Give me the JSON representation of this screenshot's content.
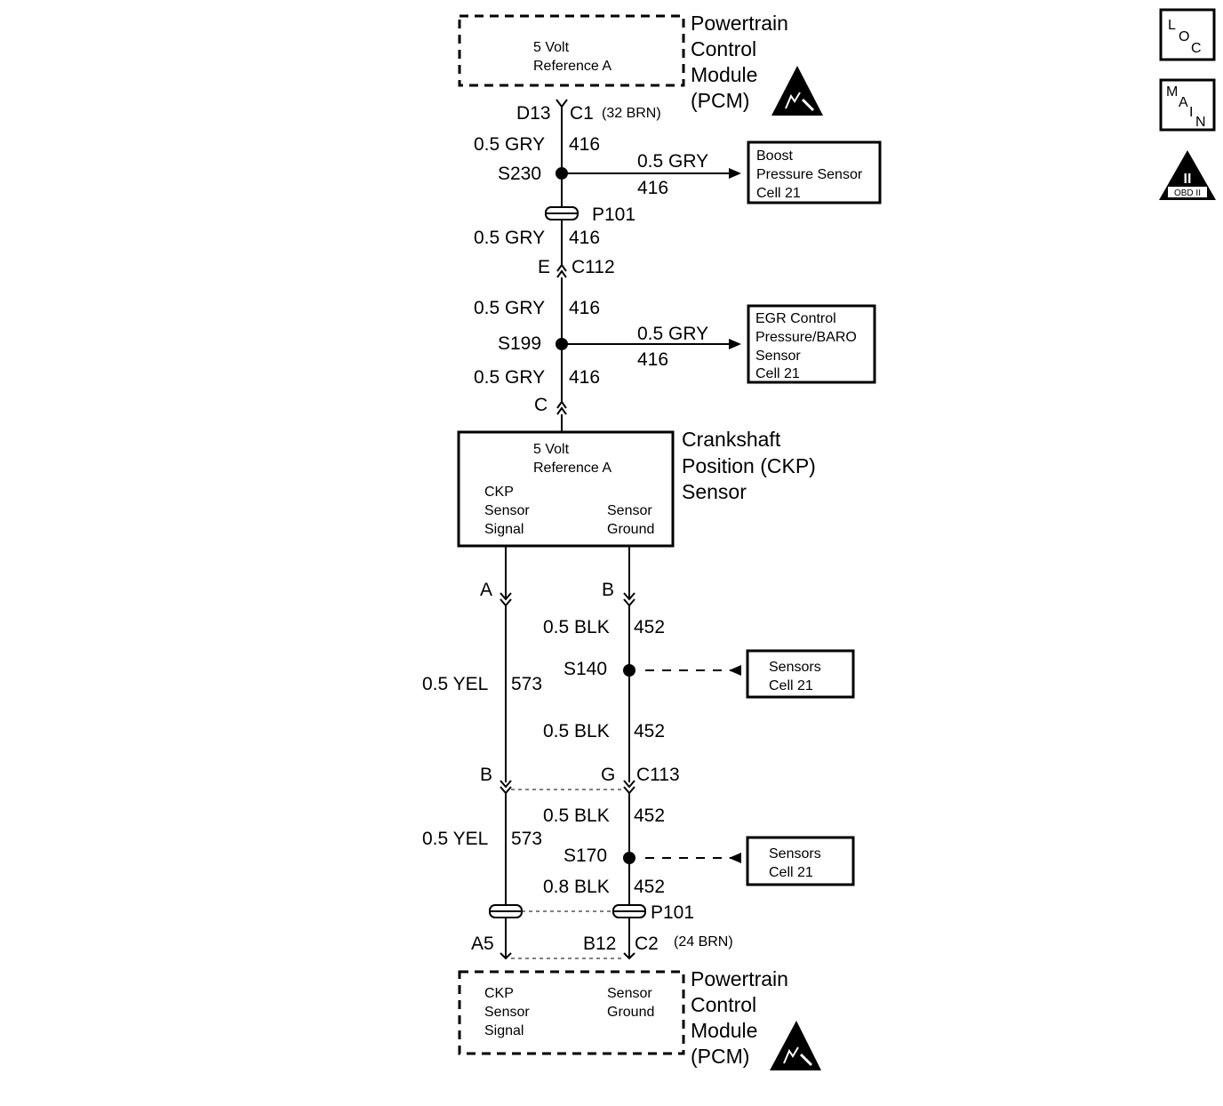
{
  "pcm_top": {
    "title_lines": [
      "Powertrain",
      "Control",
      "Module",
      "(PCM)"
    ],
    "inner_lines": [
      "5 Volt",
      "Reference A"
    ],
    "pin": "D13",
    "connector": "C1",
    "connector_note": "(32 BRN)"
  },
  "wires_top": {
    "seg1": {
      "gauge": "0.5 GRY",
      "circuit": "416"
    },
    "splice1": "S230",
    "branch1": {
      "gauge": "0.5 GRY",
      "circuit": "416"
    },
    "passthrough": "P101",
    "seg2": {
      "gauge": "0.5 GRY",
      "circuit": "416"
    },
    "conn_c112_pin": "E",
    "conn_c112": "C112",
    "seg3": {
      "gauge": "0.5 GRY",
      "circuit": "416"
    },
    "splice2": "S199",
    "branch2": {
      "gauge": "0.5 GRY",
      "circuit": "416"
    },
    "seg4": {
      "gauge": "0.5 GRY",
      "circuit": "416"
    },
    "sensor_pin": "C"
  },
  "boost_box": [
    "Boost",
    "Pressure Sensor",
    "Cell 21"
  ],
  "egr_box": [
    "EGR Control",
    "Pressure/BARO",
    "Sensor",
    "Cell 21"
  ],
  "ckp": {
    "title_lines": [
      "Crankshaft",
      "Position (CKP)",
      "Sensor"
    ],
    "inner_ref": [
      "5 Volt",
      "Reference A"
    ],
    "inner_signal": [
      "CKP",
      "Sensor",
      "Signal"
    ],
    "inner_ground": [
      "Sensor",
      "Ground"
    ],
    "pin_a": "A",
    "pin_b": "B"
  },
  "wires_bottom": {
    "yel1": {
      "gauge": "0.5 YEL",
      "circuit": "573"
    },
    "blk1": {
      "gauge": "0.5 BLK",
      "circuit": "452"
    },
    "splice3": "S140",
    "blk2": {
      "gauge": "0.5 BLK",
      "circuit": "452"
    },
    "c113_pin_b": "B",
    "c113_pin_g": "G",
    "conn_c113": "C113",
    "blk3": {
      "gauge": "0.5 BLK",
      "circuit": "452"
    },
    "yel2": {
      "gauge": "0.5 YEL",
      "circuit": "573"
    },
    "splice4": "S170",
    "blk4": {
      "gauge": "0.8 BLK",
      "circuit": "452"
    },
    "passthrough": "P101",
    "pin_a5": "A5",
    "pin_b12": "B12",
    "connector": "C2",
    "connector_note": "(24 BRN)"
  },
  "sensors_box1": [
    "Sensors",
    "Cell 21"
  ],
  "sensors_box2": [
    "Sensors",
    "Cell 21"
  ],
  "pcm_bottom": {
    "title_lines": [
      "Powertrain",
      "Control",
      "Module",
      "(PCM)"
    ],
    "inner_signal": [
      "CKP",
      "Sensor",
      "Signal"
    ],
    "inner_ground": [
      "Sensor",
      "Ground"
    ]
  },
  "icons": {
    "loc": [
      "L",
      "O",
      "C"
    ],
    "main": [
      "M",
      "A",
      "I",
      "N"
    ],
    "obd": {
      "numeral": "II",
      "label": "OBD II"
    }
  }
}
